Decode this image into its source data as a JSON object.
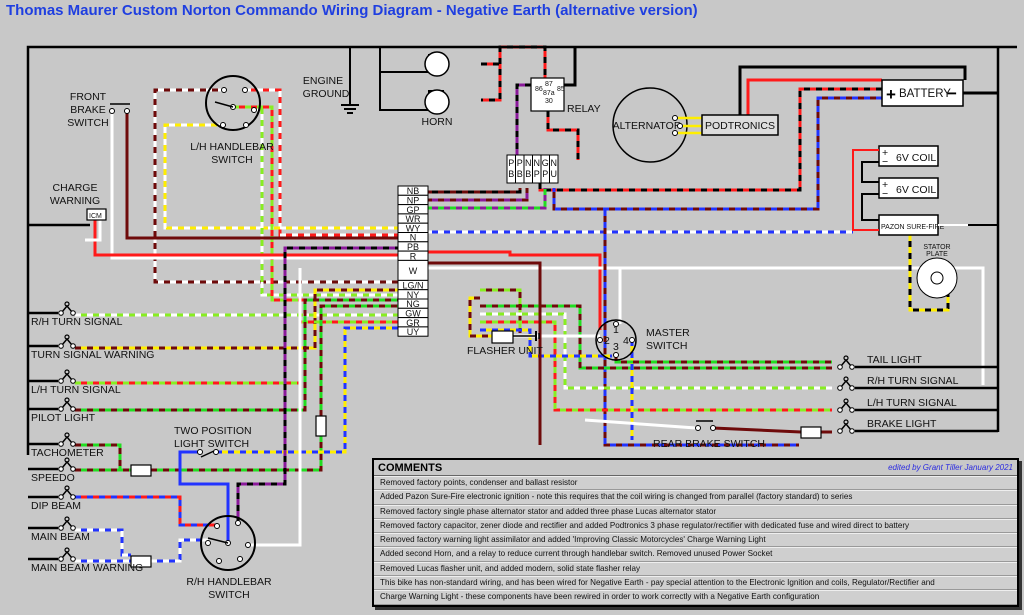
{
  "title": "Thomas Maurer Custom Norton Commando Wiring Diagram - Negative Earth (alternative version)",
  "colors": {
    "title": "#1f3fe0",
    "background": "#c8c8c8",
    "red": "#ff1a1a",
    "brown": "#6e0a0a",
    "green": "#22dd22",
    "lightgreen": "#88ee22",
    "yellow": "#ffee00",
    "blue": "#2233ff",
    "purple": "#8a1a9a",
    "white": "#ffffff",
    "black": "#000000"
  },
  "components": {
    "front_brake_switch": [
      "FRONT",
      "BRAKE",
      "SWITCH"
    ],
    "lh_handlebar_switch": [
      "L/H HANDLEBAR",
      "SWITCH"
    ],
    "engine_ground": [
      "ENGINE",
      "GROUND"
    ],
    "horn": "HORN",
    "relay": "RELAY",
    "relay_pins": {
      "p87": "87",
      "p87a": "87a",
      "p86": "86",
      "p85": "85",
      "p30": "30"
    },
    "alternator": "ALTERNATOR",
    "podtronics": "PODTRONICS",
    "battery": "BATTERY",
    "battery_plus": "+",
    "battery_minus": "−",
    "coil1": "6V COIL",
    "coil2": "6V COIL",
    "coil_plus": "+",
    "coil_minus": "−",
    "pazon": "PAZON SURE-FIRE",
    "stator_plate": [
      "STATOR",
      "PLATE"
    ],
    "charge_warning": [
      "CHARGE",
      "WARNING"
    ],
    "icm": "ICM",
    "flasher_unit": "FLASHER UNIT",
    "master_switch": [
      "MASTER",
      "SWITCH"
    ],
    "master_pins": [
      "1",
      "2",
      "3",
      "4"
    ],
    "two_position_light_switch": [
      "TWO POSITION",
      "LIGHT SWITCH"
    ],
    "rh_handlebar_switch": [
      "R/H HANDLEBAR",
      "SWITCH"
    ],
    "rear_brake_switch": "REAR BRAKE SWITCH"
  },
  "connector_block": [
    "NB",
    "NP",
    "GP",
    "WR",
    "WY",
    "N",
    "PB",
    "R",
    "W",
    "LG/N",
    "NY",
    "NG",
    "GW",
    "GR",
    "UY"
  ],
  "relay_connector": [
    [
      "P",
      "B"
    ],
    [
      "P",
      "B"
    ],
    [
      "N",
      "B"
    ],
    [
      "N",
      "P"
    ],
    [
      "G",
      "P"
    ],
    [
      "N",
      "U"
    ]
  ],
  "left_lamps": [
    "R/H TURN SIGNAL",
    "TURN SIGNAL WARNING",
    "L/H TURN SIGNAL",
    "PILOT LIGHT",
    "TACHOMETER",
    "SPEEDO",
    "DIP BEAM",
    "MAIN BEAM",
    "MAIN BEAM WARNING"
  ],
  "right_lamps": [
    "TAIL LIGHT",
    "R/H TURN SIGNAL",
    "L/H TURN SIGNAL",
    "BRAKE LIGHT"
  ],
  "comments": {
    "header": "COMMENTS",
    "edited_by": "edited by Grant Tiller January 2021",
    "rows": [
      "Removed factory points, condenser and ballast resistor",
      "Added Pazon Sure-Fire electronic ignition - note this requires that the coil wiring is changed from parallel (factory standard) to series",
      "Removed factory single phase alternator stator and added three phase Lucas alternator stator",
      "Removed factory capacitor, zener diode and rectifier and added Podtronics 3 phase regulator/rectifier with dedicated fuse and wired direct to battery",
      "Removed factory warning light assimilator and added 'Improving Classic Motorcycles' Charge Warning Light",
      "Added second Horn, and a relay to reduce current through handlebar switch. Removed unused Power Socket",
      "Removed Lucas flasher unit, and added modern, solid state flasher relay",
      "This bike has non-standard wiring, and has been wired for Negative Earth - pay special attention to the Electronic Ignition and coils, Regulator/Rectifier and",
      "Charge Warning Light - these components have been rewired in order to work correctly with a Negative Earth configuration"
    ]
  }
}
